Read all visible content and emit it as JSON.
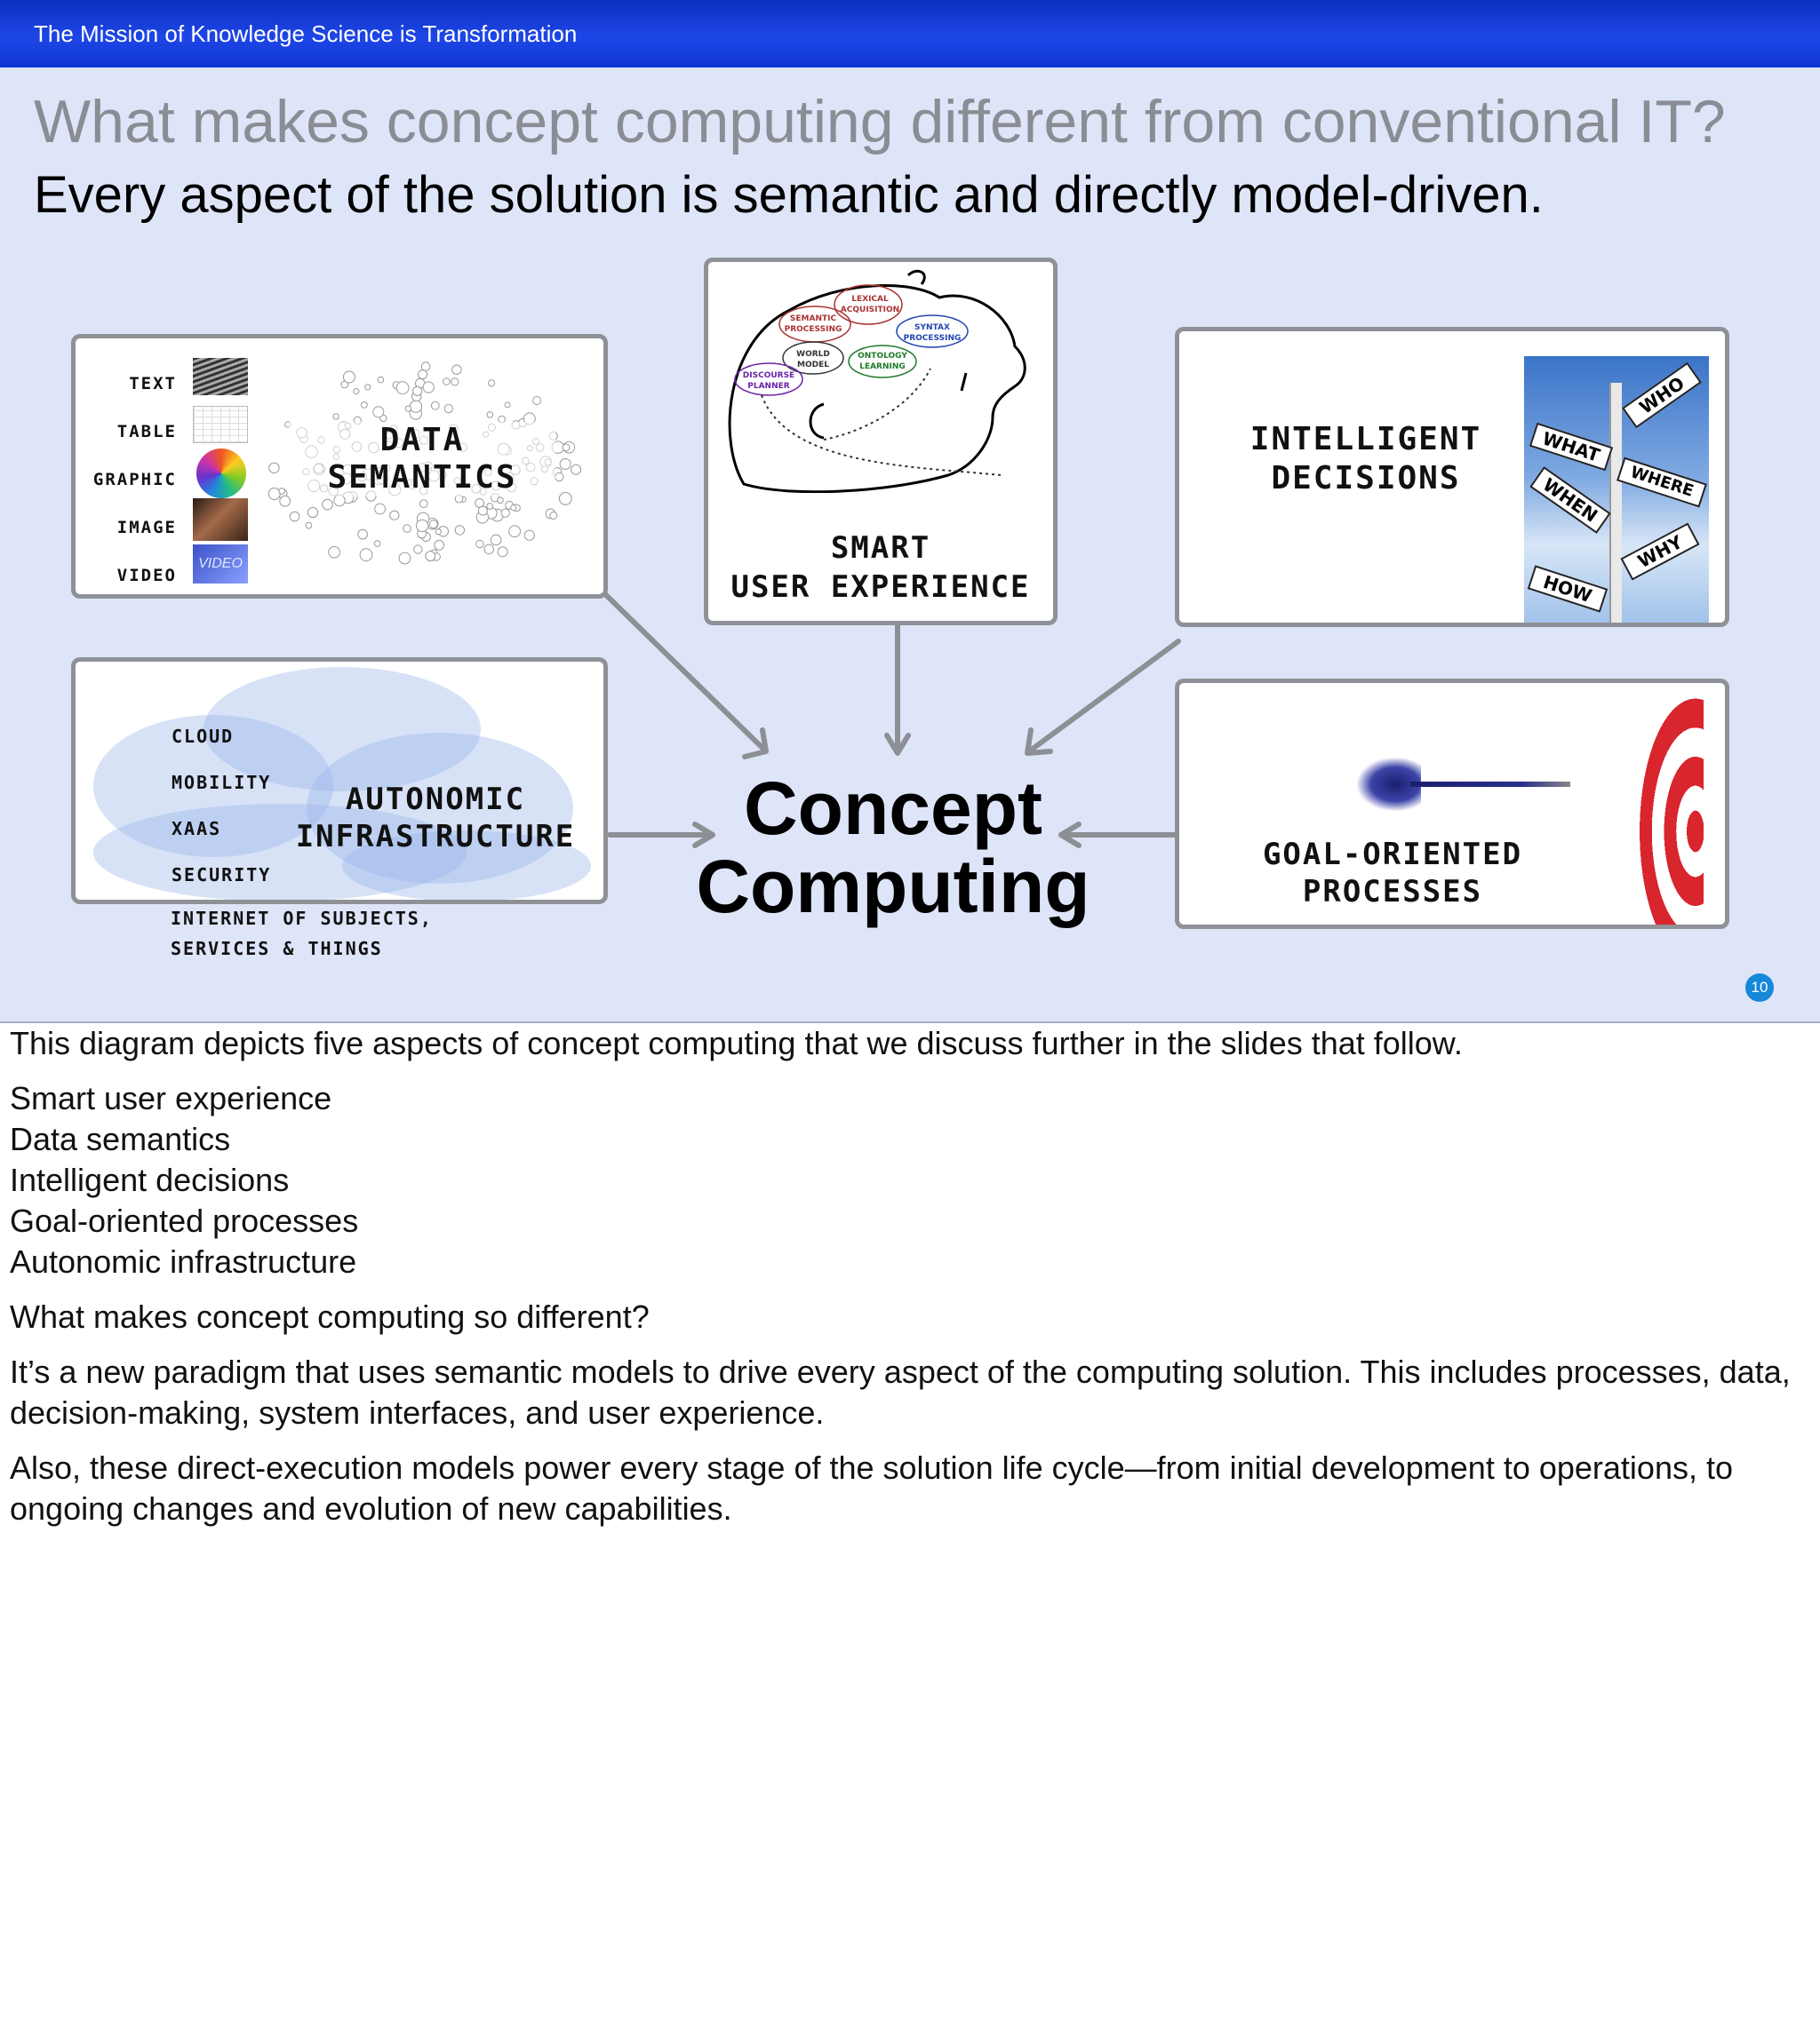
{
  "header": {
    "title": "The Mission of Knowledge Science is Transformation"
  },
  "slide": {
    "title": "What makes concept computing different from conventional IT?",
    "subtitle": "Every aspect of the solution is semantic and directly model-driven.",
    "center": {
      "line1": "Concept",
      "line2": "Computing"
    },
    "slide_number": "10",
    "data_semantics": {
      "items": [
        "TEXT",
        "TABLE",
        "GRAPHIC",
        "IMAGE",
        "VIDEO"
      ],
      "label_line1": "DATA",
      "label_line2": "SEMANTICS",
      "video_thumb": "VIDEO"
    },
    "smart_ux": {
      "label_line1": "SMART",
      "label_line2": "USER EXPERIENCE",
      "brain_labels": {
        "lexical": "LEXICAL\nACQUISITION",
        "semantic": "SEMANTIC\nPROCESSING",
        "syntax": "SYNTAX\nPROCESSING",
        "world": "WORLD\nMODEL",
        "ontology": "ONTOLOGY\nLEARNING",
        "discourse": "DISCOURSE\nPLANNER"
      }
    },
    "intelligent_decisions": {
      "label_line1": "INTELLIGENT",
      "label_line2": "DECISIONS",
      "signs": [
        "WHO",
        "WHAT",
        "WHERE",
        "WHEN",
        "WHY",
        "HOW"
      ]
    },
    "autonomic": {
      "items": [
        "CLOUD",
        "MOBILITY",
        "XAAS",
        "SECURITY",
        "INTERNET OF SUBJECTS,",
        "SERVICES & THINGS"
      ],
      "label_line1": "AUTONOMIC",
      "label_line2": "INFRASTRUCTURE"
    },
    "goal": {
      "label_line1": "GOAL-ORIENTED",
      "label_line2": "PROCESSES"
    }
  },
  "notes": {
    "intro": "This diagram depicts five aspects of concept computing that we discuss further in the slides that follow.",
    "list": [
      "Smart user experience",
      "Data semantics",
      "Intelligent decisions",
      "Goal-oriented processes",
      "Autonomic infrastructure"
    ],
    "question": "What makes concept computing so different?",
    "para1": "It’s a new paradigm that uses semantic models to drive every aspect of the computing solution. This includes processes, data, decision-making, system interfaces, and user experience.",
    "para2": "Also, these direct-execution models power every stage of the solution life cycle—from initial development to operations, to ongoing changes and evolution of new capabilities."
  },
  "colors": {
    "header_blue": "#1e46e6",
    "slide_bg": "#dfe5f8",
    "card_border": "#8e9196",
    "arrow": "#8c8f94",
    "target_red": "#d9252e",
    "badge": "#1687d9"
  }
}
